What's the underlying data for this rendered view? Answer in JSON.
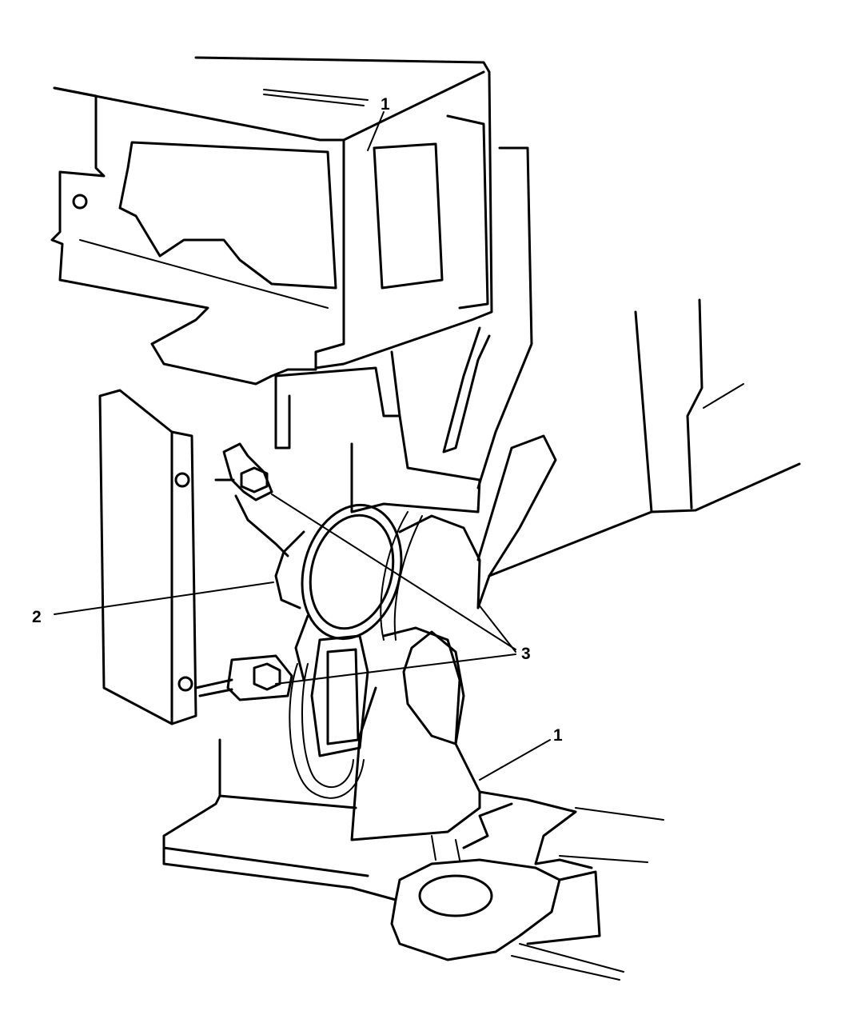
{
  "callouts": {
    "bracket_top": "1",
    "horn": "2",
    "bolts": "3",
    "bracket_bottom": "1"
  }
}
